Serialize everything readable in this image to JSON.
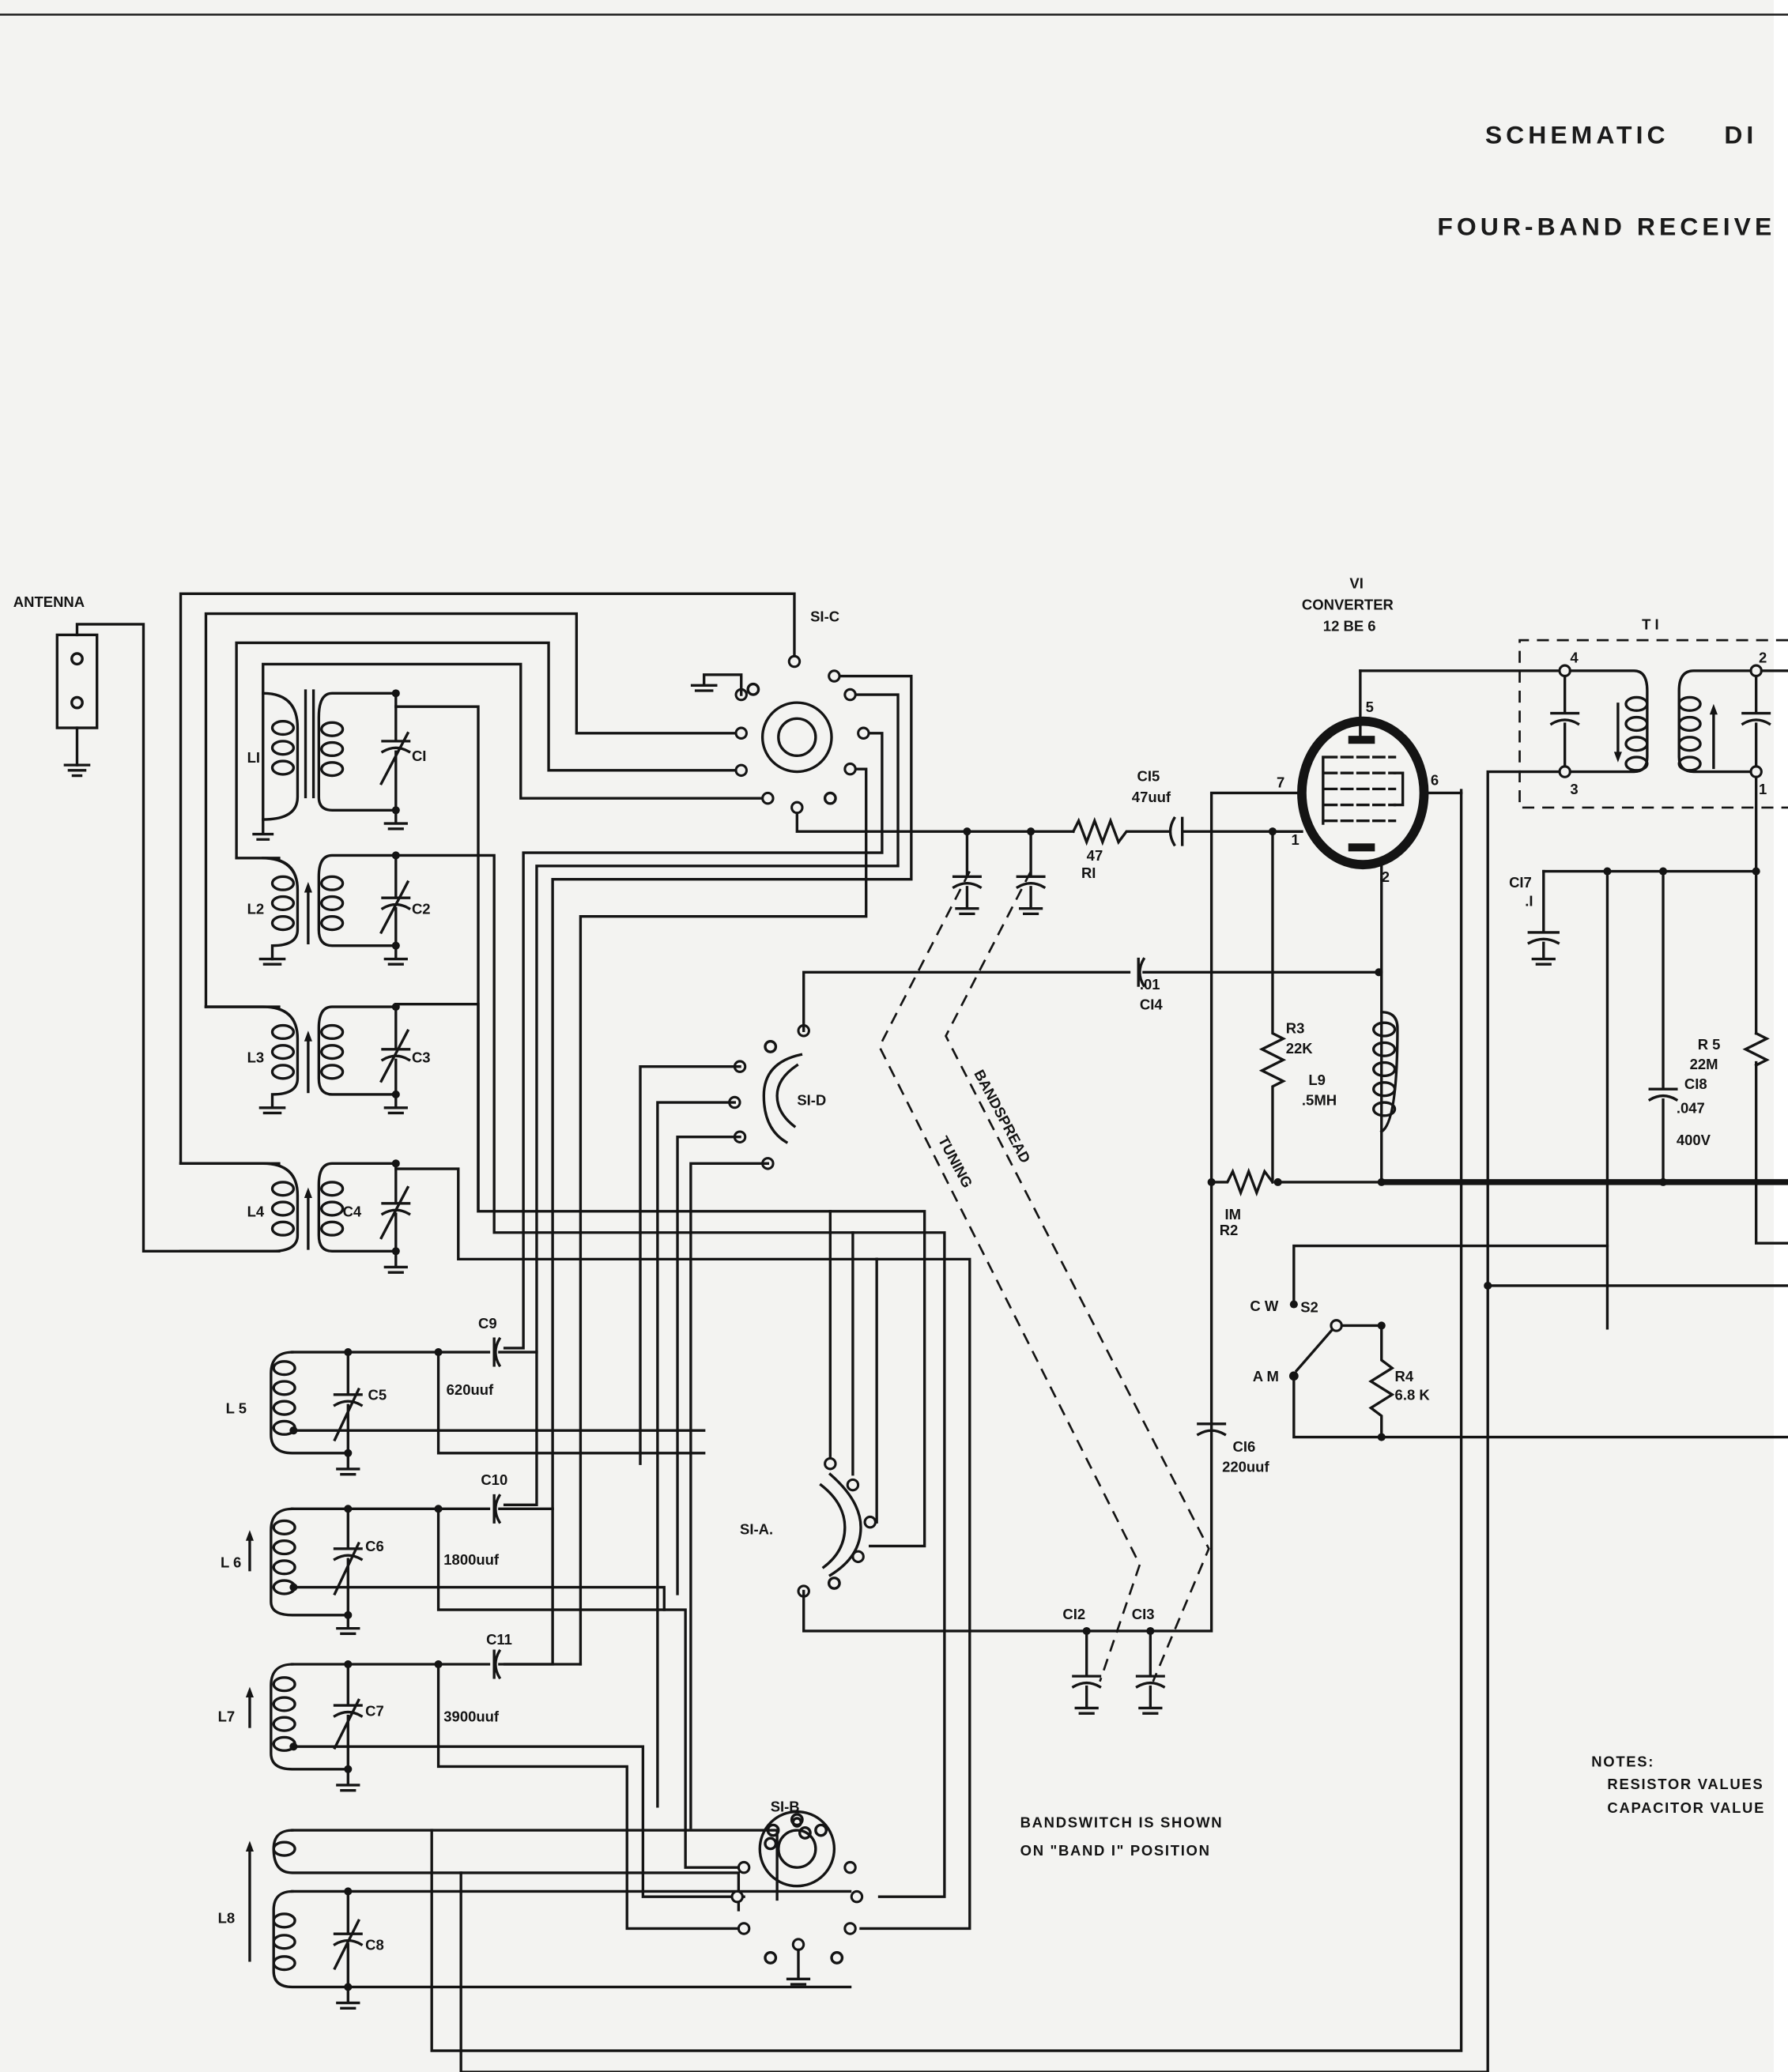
{
  "title": {
    "line1": "SCHEMATIC",
    "line1_cut": "DI",
    "line2": "FOUR-BAND RECEIVE"
  },
  "antenna": {
    "label": "ANTENNA"
  },
  "coils": {
    "L1": "LI",
    "L2": "L2",
    "L3": "L3",
    "L4": "L4",
    "L5": "L 5",
    "L6": "L 6",
    "L7": "L7",
    "L8": "L8",
    "L9": "L9",
    "L9_value": ".5MH"
  },
  "tuning_caps": {
    "C1": "CI",
    "C2": "C2",
    "C3": "C3",
    "C4": "C4",
    "C5": "C5",
    "C6": "C6",
    "C7": "C7",
    "C8": "C8"
  },
  "padders": [
    {
      "name": "C9",
      "value": "620uuf"
    },
    {
      "name": "C10",
      "value": "1800uuf"
    },
    {
      "name": "C11",
      "value": "3900uuf"
    }
  ],
  "switch_sections": {
    "S1C": "SI-C",
    "S1D": "SI-D",
    "S1A": "SI-A.",
    "S1B": "SI-B"
  },
  "tube": {
    "name": "VI",
    "role": "CONVERTER",
    "type": "12 BE 6",
    "pins": [
      "7",
      "1",
      "5",
      "6",
      "2"
    ]
  },
  "transformer": {
    "name": "T I",
    "pins": [
      "4",
      "3",
      "2",
      "1"
    ]
  },
  "components": {
    "C15": {
      "name": "CI5",
      "value": "47uuf"
    },
    "R1": {
      "name": "RI",
      "value": "47"
    },
    "C14": {
      "name": "CI4",
      "value": ".01"
    },
    "R3": {
      "name": "R3",
      "value": "22K"
    },
    "R2": {
      "name": "R2",
      "value": "IM"
    },
    "C16": {
      "name": "CI6",
      "value": "220uuf"
    },
    "C17": {
      "name": "CI7",
      "value": ".I"
    },
    "C18": {
      "name": "CI8",
      "value": ".047",
      "rating": "400V"
    },
    "R5": {
      "name": "R 5",
      "value": "22M"
    },
    "R4": {
      "name": "R4",
      "value": "6.8 K"
    },
    "C12": {
      "name": "CI2"
    },
    "C13": {
      "name": "CI3"
    }
  },
  "mode_switch": {
    "name": "S2",
    "cw": "C W",
    "am": "A M"
  },
  "gang_labels": {
    "bandspread": "BANDSPREAD",
    "tuning": "TUNING"
  },
  "bandswitch_note": {
    "line1": "BANDSWITCH   IS   SHOWN",
    "line2": "ON \"BAND  I\"  POSITION"
  },
  "notes": {
    "heading": "NOTES:",
    "line1": "RESISTOR  VALUES",
    "line2": "CAPACITOR  VALUE"
  }
}
